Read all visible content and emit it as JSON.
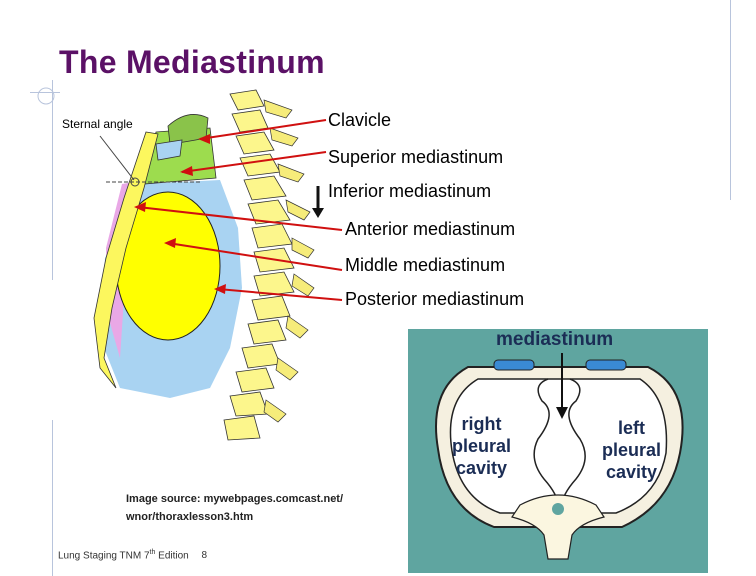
{
  "slide": {
    "title": "The Mediastinum",
    "footer": {
      "text": "Lung Staging TNM 7",
      "superscript": "th",
      "suffix": " Edition",
      "page": "8"
    },
    "source": "Image source: mywebpages.comcast.net/ wnor/thoraxlesson3.htm"
  },
  "spine_figure": {
    "sternal_angle_label": "Sternal angle"
  },
  "labels": {
    "clavicle": "Clavicle",
    "superior": "Superior mediastinum",
    "inferior": "Inferior mediastinum",
    "anterior": "Anterior mediastinum",
    "middle": "Middle mediastinum",
    "posterior": "Posterior mediastinum"
  },
  "cross_section": {
    "title": "mediastinum",
    "right_label_1": "right",
    "right_label_2": "pleural",
    "right_label_3": "cavity",
    "left_label_1": "left",
    "left_label_2": "pleural",
    "left_label_3": "cavity",
    "background_color": "#5fa5a0"
  },
  "colors": {
    "title": "#5b1166",
    "arrow": "#d01010",
    "superior_region": "#9ddc4e",
    "anterior_region": "#e9a8e6",
    "middle_region": "#ffff00",
    "posterior_region": "#a9d3f2"
  }
}
